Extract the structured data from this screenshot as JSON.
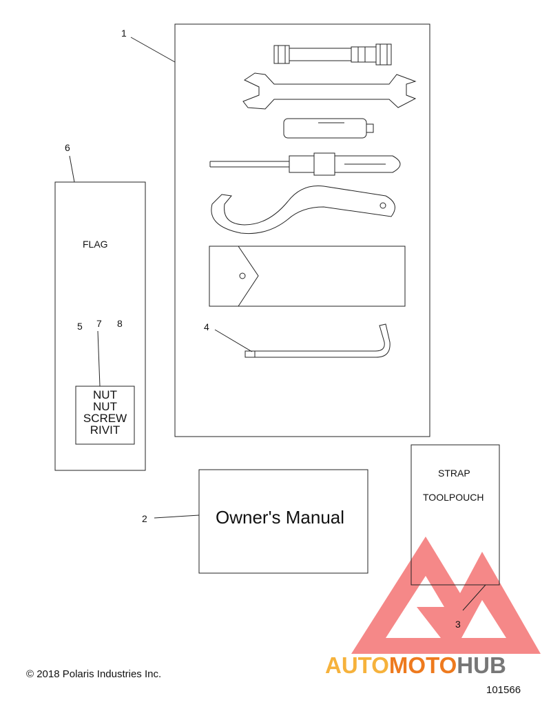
{
  "callouts": {
    "c1": "1",
    "c2": "2",
    "c3": "3",
    "c4": "4",
    "c5": "5",
    "c6": "6",
    "c7": "7",
    "c8": "8"
  },
  "flag_label": "FLAG",
  "hardware": [
    "NUT",
    "NUT",
    "SCREW",
    "RIVIT"
  ],
  "manual_label": "Owner's Manual",
  "pouch": {
    "strap": "STRAP",
    "toolpouch": "TOOLPOUCH"
  },
  "copyright": "© 2018 Polaris Industries Inc.",
  "figure_number": "101566",
  "watermark": {
    "part1": "AUTO",
    "part2": "MOTO",
    "part3": "HUB",
    "color_light": "#f6b23c",
    "color_dark": "#ee7a1e",
    "color_grey": "#777777",
    "logo_color": "#f15a5a"
  }
}
